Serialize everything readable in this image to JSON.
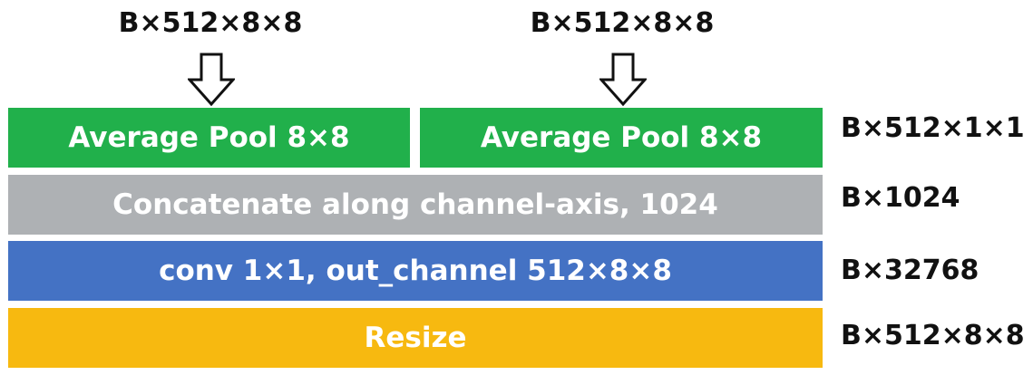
{
  "inputs": [
    {
      "label": "B×512×8×8"
    },
    {
      "label": "B×512×8×8"
    }
  ],
  "blocks": {
    "pool_left": {
      "label": "Average Pool 8×8",
      "color": "#21b04b"
    },
    "pool_right": {
      "label": "Average Pool 8×8",
      "color": "#21b04b"
    },
    "concat": {
      "label": "Concatenate along channel-axis, 1024",
      "color": "#aeb1b4"
    },
    "conv": {
      "label": "conv 1×1, out_channel 512×8×8",
      "color": "#4472c4"
    },
    "resize": {
      "label": "Resize",
      "color": "#f7b910"
    }
  },
  "shapes": {
    "pool": "B×512×1×1",
    "concat": "B×1024",
    "conv": "B×32768",
    "resize": "B×512×8×8"
  },
  "icons": {
    "input_arrow": "down-arrow-outline-icon"
  }
}
